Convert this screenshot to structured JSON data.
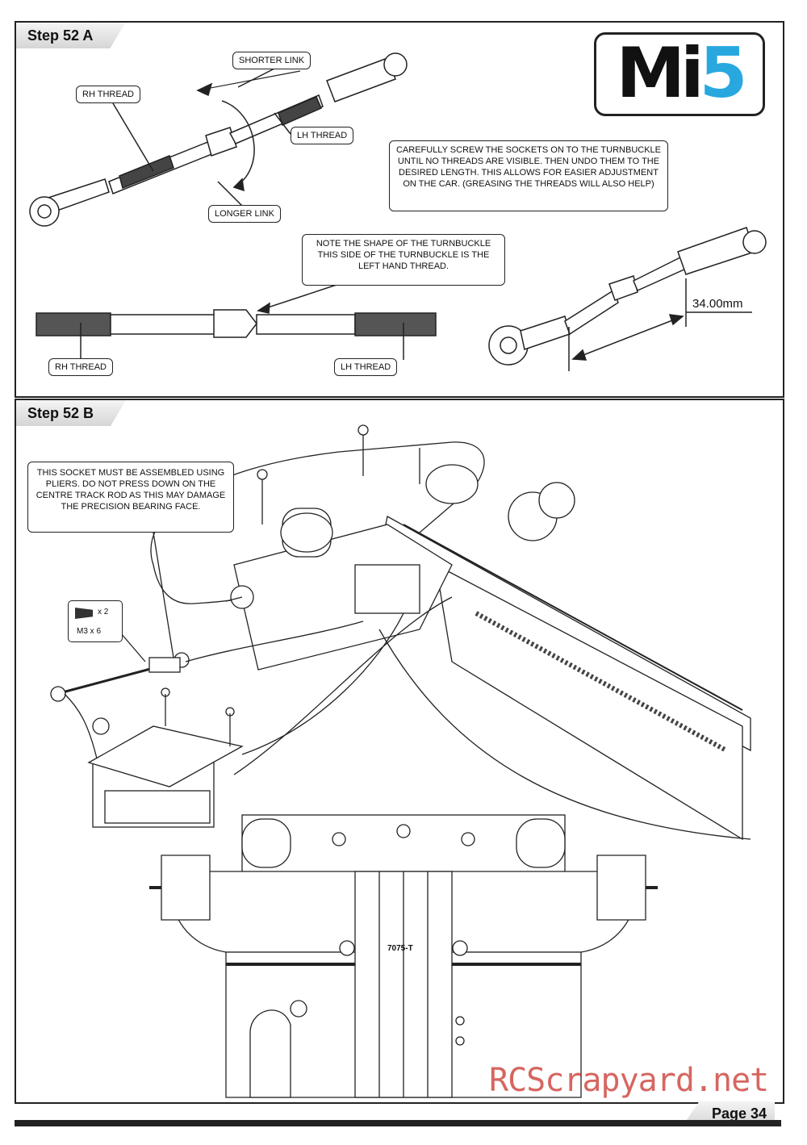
{
  "step_a": {
    "title": "Step 52 A",
    "labels": {
      "shorter_link": "SHORTER LINK",
      "rh_thread_top": "RH THREAD",
      "lh_thread_top": "LH THREAD",
      "longer_link": "LONGER LINK",
      "rh_thread_bottom": "RH THREAD",
      "lh_thread_bottom": "LH THREAD"
    },
    "note_screw": "CAREFULLY SCREW THE SOCKETS ON TO THE TURNBUCKLE UNTIL NO THREADS ARE VISIBLE. THEN UNDO THEM TO THE DESIRED LENGTH. THIS ALLOWS FOR EASIER ADJUSTMENT ON THE CAR. (GREASING THE THREADS WILL ALSO HELP)",
    "note_shape": "NOTE THE SHAPE OF THE TURNBUCKLE THIS SIDE OF THE TURNBUCKLE IS THE LEFT HAND THREAD.",
    "dimension": "34.00mm"
  },
  "logo": {
    "letters": "Mi",
    "number": "5"
  },
  "step_b": {
    "title": "Step 52 B",
    "note_socket": "THIS SOCKET MUST BE ASSEMBLED USING PLIERS. DO NOT PRESS DOWN ON THE CENTRE TRACK ROD AS THIS MAY DAMAGE THE PRECISION BEARING FACE.",
    "fastener": {
      "qty": "x 2",
      "size": "M3 x 6"
    },
    "part_code": "7075-T"
  },
  "footer": {
    "page": "Page 34",
    "watermark": "RCScrapyard.net"
  },
  "colors": {
    "logo_accent": "#29a8e0",
    "watermark": "#c9342c",
    "frame": "#222222"
  }
}
